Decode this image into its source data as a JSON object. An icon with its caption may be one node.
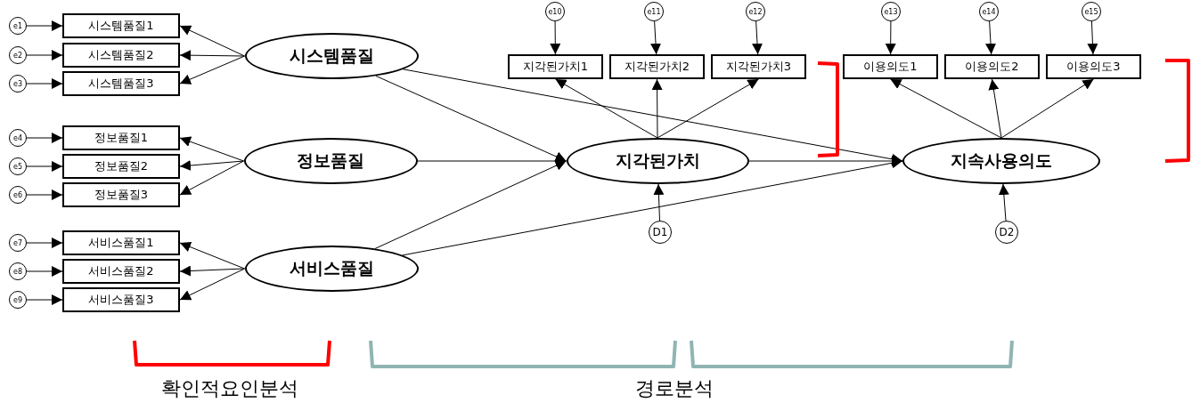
{
  "diagram": {
    "nodes": [
      {
        "text": [
          "시스템품질"
        ]
      },
      {
        "text": [
          "정보품질"
        ]
      },
      {
        "text": [
          "서비스품질"
        ]
      },
      {
        "text": [
          "지각된가치"
        ]
      },
      {
        "text": [
          "지속사용의도"
        ]
      },
      {
        "text": [
          "시스템품질1"
        ]
      },
      {
        "text": [
          "시스템품질2"
        ]
      },
      {
        "text": [
          "시스템품질3"
        ]
      },
      {
        "text": [
          "정보품질1"
        ]
      },
      {
        "text": [
          "정보품질2"
        ]
      },
      {
        "text": [
          "정보품질3"
        ]
      },
      {
        "text": [
          "서비스품질1"
        ]
      },
      {
        "text": [
          "서비스품질2"
        ]
      },
      {
        "text": [
          "서비스품질3"
        ]
      },
      {
        "text": [
          "지각된가치1"
        ]
      },
      {
        "text": [
          "지각된가치2"
        ]
      },
      {
        "text": [
          "지각된가치3"
        ]
      },
      {
        "text": [
          "이용의도1"
        ]
      },
      {
        "text": [
          "이용의도2"
        ]
      },
      {
        "text": [
          "이용의도3"
        ]
      },
      {
        "text": [
          "e1"
        ]
      },
      {
        "text": [
          "e2"
        ]
      },
      {
        "text": [
          "e3"
        ]
      },
      {
        "text": [
          "e4"
        ]
      },
      {
        "text": [
          "e5"
        ]
      },
      {
        "text": [
          "e6"
        ]
      },
      {
        "text": [
          "e7"
        ]
      },
      {
        "text": [
          "e8"
        ]
      },
      {
        "text": [
          "e9"
        ]
      },
      {
        "text": [
          "e10"
        ]
      },
      {
        "text": [
          "e11"
        ]
      },
      {
        "text": [
          "e12"
        ]
      },
      {
        "text": [
          "e13"
        ]
      },
      {
        "text": [
          "e14"
        ]
      },
      {
        "text": [
          "e15"
        ]
      },
      {
        "text": [
          "D1"
        ]
      },
      {
        "text": [
          "D2"
        ]
      }
    ],
    "edges": [
      {
        "from": 0,
        "to": 5,
        "arrow": "to"
      },
      {
        "from": 0,
        "to": 6,
        "arrow": "to"
      },
      {
        "from": 0,
        "to": 7,
        "arrow": "to"
      },
      {
        "from": 1,
        "to": 8,
        "arrow": "to"
      },
      {
        "from": 1,
        "to": 9,
        "arrow": "to"
      },
      {
        "from": 1,
        "to": 10,
        "arrow": "to"
      },
      {
        "from": 2,
        "to": 11,
        "arrow": "to"
      },
      {
        "from": 2,
        "to": 12,
        "arrow": "to"
      },
      {
        "from": 2,
        "to": 13,
        "arrow": "to"
      },
      {
        "from": 3,
        "to": 14,
        "arrow": "to"
      },
      {
        "from": 3,
        "to": 15,
        "arrow": "to"
      },
      {
        "from": 3,
        "to": 16,
        "arrow": "to"
      },
      {
        "from": 4,
        "to": 17,
        "arrow": "to"
      },
      {
        "from": 4,
        "to": 18,
        "arrow": "to"
      },
      {
        "from": 4,
        "to": 19,
        "arrow": "to"
      },
      {
        "from": 20,
        "to": 5,
        "arrow": "to"
      },
      {
        "from": 21,
        "to": 6,
        "arrow": "to"
      },
      {
        "from": 22,
        "to": 7,
        "arrow": "to"
      },
      {
        "from": 23,
        "to": 8,
        "arrow": "to"
      },
      {
        "from": 24,
        "to": 9,
        "arrow": "to"
      },
      {
        "from": 25,
        "to": 10,
        "arrow": "to"
      },
      {
        "from": 26,
        "to": 11,
        "arrow": "to"
      },
      {
        "from": 27,
        "to": 12,
        "arrow": "to"
      },
      {
        "from": 28,
        "to": 13,
        "arrow": "to"
      },
      {
        "from": 29,
        "to": 14,
        "arrow": "to"
      },
      {
        "from": 30,
        "to": 15,
        "arrow": "to"
      },
      {
        "from": 31,
        "to": 16,
        "arrow": "to"
      },
      {
        "from": 32,
        "to": 17,
        "arrow": "to"
      },
      {
        "from": 33,
        "to": 18,
        "arrow": "to"
      },
      {
        "from": 34,
        "to": 19,
        "arrow": "to"
      },
      {
        "from": 0,
        "to": 3,
        "arrow": "to"
      },
      {
        "from": 1,
        "to": 3,
        "arrow": "to"
      },
      {
        "from": 2,
        "to": 3,
        "arrow": "to"
      },
      {
        "from": 0,
        "to": 4,
        "arrow": "to"
      },
      {
        "from": 3,
        "to": 4,
        "arrow": "to"
      },
      {
        "from": 2,
        "to": 4,
        "arrow": "to"
      },
      {
        "from": 35,
        "to": 3,
        "arrow": "to"
      },
      {
        "from": 36,
        "to": 4,
        "arrow": "to"
      }
    ],
    "labels": [
      "확인적요인분석",
      "경로분석"
    ]
  }
}
